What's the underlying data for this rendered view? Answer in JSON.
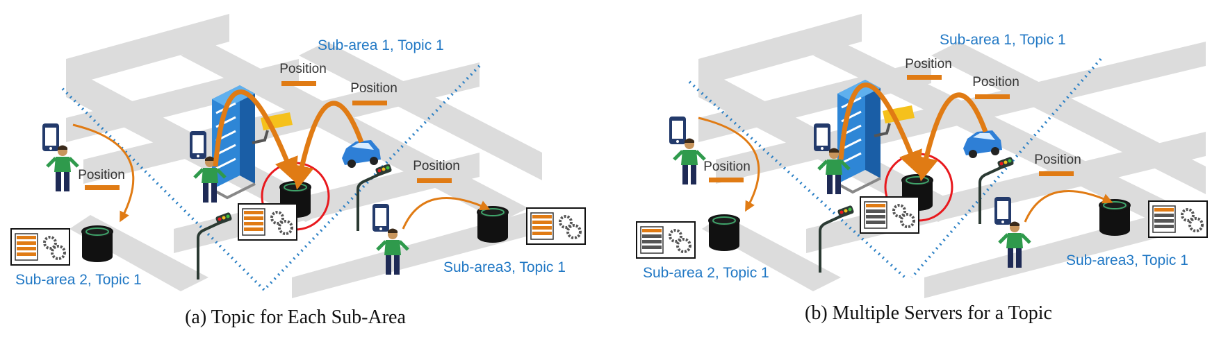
{
  "colors": {
    "road": "#d9d9d9",
    "arrow": "#e07b14",
    "divider": "#2a7fc4",
    "server": "#2e86d6",
    "highlight": "#e8191e",
    "label_blue": "#1f77c4",
    "label_dark": "#333333"
  },
  "panel_a": {
    "caption": "(a) Topic for Each Sub-Area",
    "subarea1": "Sub-area 1, Topic 1",
    "subarea2": "Sub-area 2, Topic 1",
    "subarea3": "Sub-area3, Topic 1",
    "pos1": "Position",
    "pos2": "Position",
    "pos3": "Position",
    "pos4": "Position"
  },
  "panel_b": {
    "caption": "(b) Multiple Servers for a Topic",
    "subarea1": "Sub-area  1, Topic 1",
    "subarea2": "Sub-area 2, Topic 1",
    "subarea3": "Sub-area3,  Topic 1",
    "pos1": "Position",
    "pos2": "Position",
    "pos3": "Position",
    "pos4": "Position"
  },
  "icons": [
    "smartphone-icon",
    "person-icon",
    "server-tower-icon",
    "car-icon",
    "cctv-camera-icon",
    "traffic-light-icon",
    "database-icon",
    "topic-server-icon",
    "gears-icon"
  ]
}
